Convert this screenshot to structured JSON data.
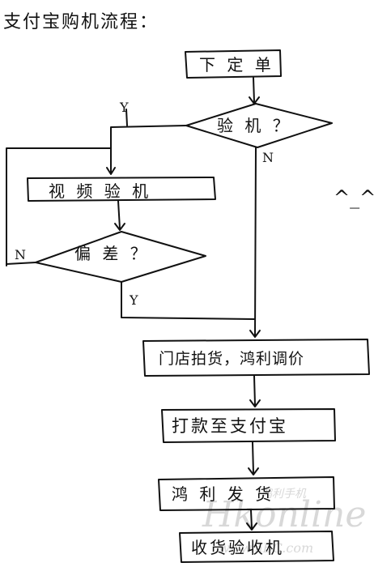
{
  "title": "支付宝购机流程：",
  "nodes": {
    "order": "下 定 单",
    "inspect": "验 机 ？",
    "video_inspect": "视 频 验 机",
    "bias": "偏 差 ？",
    "store_pickup": "门店拍货，鸿利调价",
    "pay": "打款至支付宝",
    "ship": "鸿 利 发 货",
    "receive": "收货验收机"
  },
  "edge_labels": {
    "inspect_yes": "Y",
    "inspect_no": "N",
    "bias_no": "N",
    "bias_yes": "Y"
  },
  "doodle": "^_^",
  "watermark": {
    "brand": "Hkonline",
    "site": "www.nBC.com",
    "cn": "鸿利手机"
  },
  "colors": {
    "ink": "#111111",
    "watermark": "#d8d8d8"
  }
}
